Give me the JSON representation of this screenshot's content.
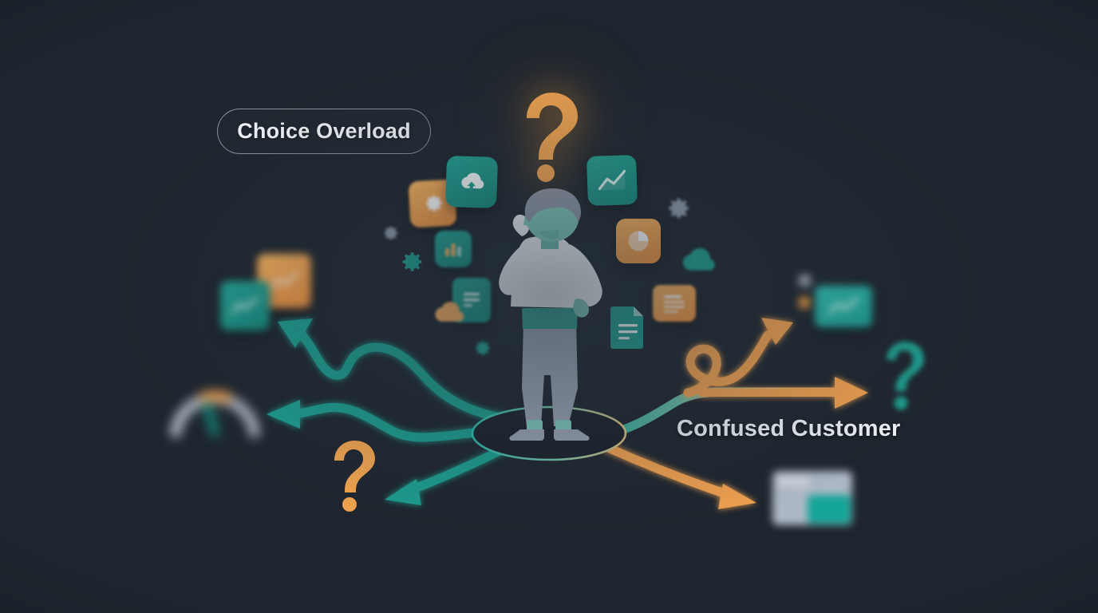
{
  "scene": {
    "title": "Choice Overload",
    "background_color": "#1e252e",
    "description": "Flat illustration of a confused person surrounded by floating app icons and diverging arrows"
  },
  "badge": {
    "label": "Choice Overload",
    "border_color": "#c8d2dc",
    "text_color": "#f2f5f7"
  },
  "caption": {
    "label": "Confused Customer",
    "text_color": "#eef2f5"
  },
  "palette": {
    "background": "#1e252e",
    "teal": "#1f9d8e",
    "teal_light": "#2ebeaf",
    "orange": "#f0a050",
    "orange_light": "#f8b86a",
    "gray_blue": "#99a3b3",
    "white": "#f2f5f7",
    "skin_teal": "#7fc9bd"
  },
  "figure": {
    "name": "confused-person",
    "pose": "hand-on-head",
    "hair_color": "#8d98aa",
    "skin_color": "#7fc9bd",
    "shirt_color": "#f1f4f6",
    "pants_color": "#99a3b3",
    "shoes_color": "#9aa4b4",
    "platform_label": "standing-ellipse-platform"
  },
  "question_marks": [
    {
      "name": "question-mark-main",
      "color": "#f2a44f",
      "glow": true,
      "size": "large"
    },
    {
      "name": "question-mark-lower-left",
      "color": "#f2a44f",
      "glow": false,
      "size": "medium"
    },
    {
      "name": "question-mark-right-teal",
      "color": "#1f9d8e",
      "glow": false,
      "size": "medium"
    }
  ],
  "icons": [
    {
      "name": "cloud-upload-icon",
      "shape": "rounded-square",
      "color": "#1f9d8e",
      "group": "upper-cluster"
    },
    {
      "name": "gear-icon-orange-tile",
      "shape": "rounded-square",
      "color": "#f0a050",
      "group": "upper-cluster"
    },
    {
      "name": "bar-chart-icon",
      "shape": "rounded-square",
      "color": "#1f9d8e",
      "group": "upper-cluster"
    },
    {
      "name": "line-chart-icon",
      "shape": "rounded-square",
      "color": "#1f9d8e",
      "group": "right-cluster"
    },
    {
      "name": "pie-chart-icon",
      "shape": "rounded-square",
      "color": "#f0a050",
      "group": "right-cluster"
    },
    {
      "name": "list-card-icon",
      "shape": "rounded-square",
      "color": "#f0a050",
      "group": "right-cluster"
    },
    {
      "name": "document-icon-teal",
      "shape": "page",
      "color": "#1f9d8e",
      "group": "right-cluster"
    },
    {
      "name": "document-lines-icon",
      "shape": "rounded-square",
      "color": "#1f9d8e",
      "group": "left-cluster"
    },
    {
      "name": "cloud-icon-orange",
      "shape": "cloud",
      "color": "#f6ab5c",
      "group": "left-cluster"
    },
    {
      "name": "cloud-icon-teal",
      "shape": "cloud",
      "color": "#1f9d8e",
      "group": "right-cluster"
    },
    {
      "name": "gear-icon-gray-small",
      "shape": "gear",
      "color": "#8d97a6",
      "group": "left-cluster"
    },
    {
      "name": "gear-icon-teal-small",
      "shape": "gear",
      "color": "#1f9d8e",
      "group": "left-cluster"
    },
    {
      "name": "gear-icon-gray-right",
      "shape": "gear",
      "color": "#8d97a6",
      "group": "right-cluster"
    },
    {
      "name": "gear-icon-teal-bottom",
      "shape": "gear",
      "color": "#1f9d8e",
      "group": "left-cluster"
    },
    {
      "name": "chart-tile-blurred-teal-left",
      "shape": "rounded-square",
      "color": "#1f9d8e",
      "group": "background"
    },
    {
      "name": "chart-tile-blurred-orange-left",
      "shape": "rounded-square",
      "color": "#f0a050",
      "group": "background"
    },
    {
      "name": "chart-tile-blurred-teal-right",
      "shape": "rounded-square",
      "color": "#2ebeaf",
      "group": "background"
    },
    {
      "name": "gauge-icon-blurred",
      "shape": "gauge",
      "color": "#aeb8c4",
      "group": "background"
    },
    {
      "name": "window-card-blurred",
      "shape": "card",
      "color": "#aab4c2",
      "group": "background"
    }
  ],
  "arrows": [
    {
      "name": "arrow-teal-winding-upper-left",
      "color": "#1f9d8e",
      "direction": "left",
      "style": "winding"
    },
    {
      "name": "arrow-teal-straight-left",
      "color": "#1f9d8e",
      "direction": "left",
      "style": "wavy"
    },
    {
      "name": "arrow-teal-down-left",
      "color": "#1f9d8e",
      "direction": "down-left",
      "style": "straight"
    },
    {
      "name": "arrow-orange-winding-upper-right",
      "color": "#f0a050",
      "direction": "right",
      "style": "winding"
    },
    {
      "name": "arrow-orange-straight-right",
      "color": "#f0a050",
      "direction": "right",
      "style": "straight"
    },
    {
      "name": "arrow-orange-down-right",
      "color": "#f0a050",
      "direction": "down-right",
      "style": "straight"
    }
  ]
}
